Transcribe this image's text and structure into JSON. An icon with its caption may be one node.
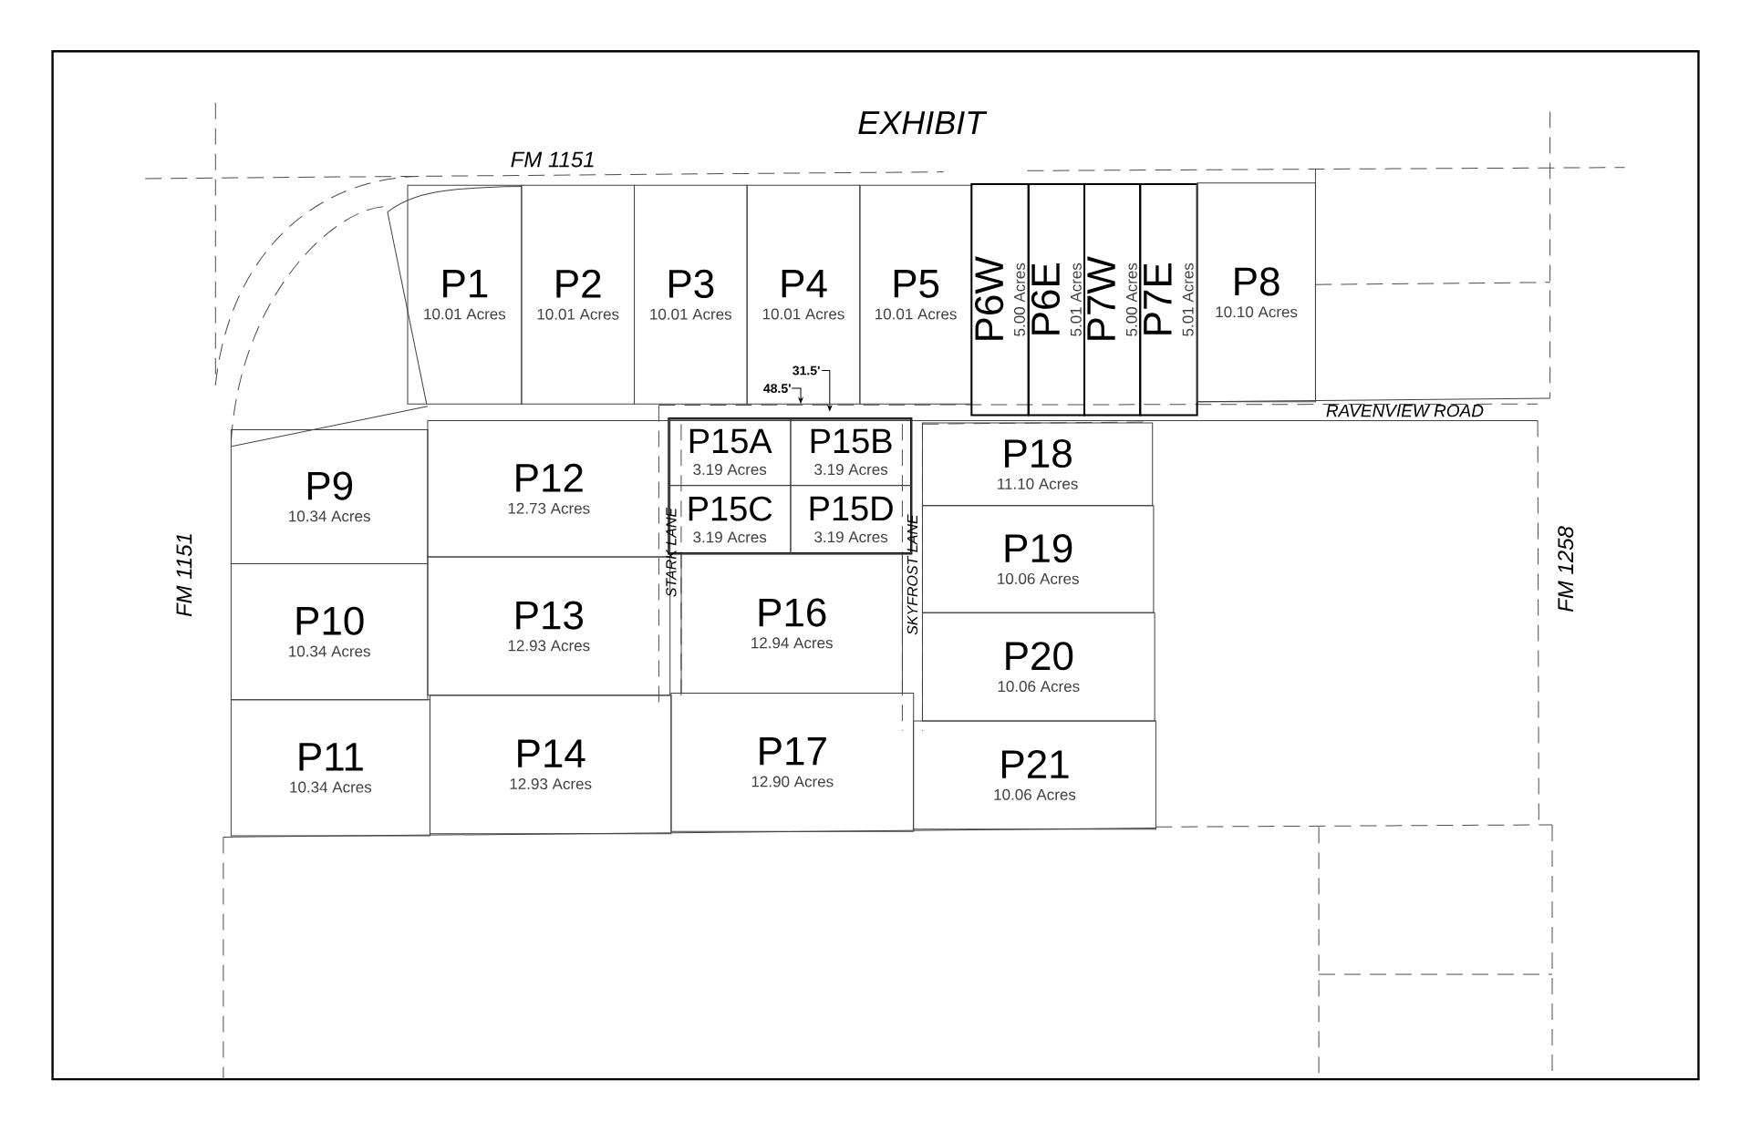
{
  "diagram": {
    "title": "EXHIBIT",
    "nodes": [
      {
        "text": [
          "P1",
          "10.01 Acres"
        ]
      },
      {
        "text": [
          "P2",
          "10.01 Acres"
        ]
      },
      {
        "text": [
          "P3",
          "10.01 Acres"
        ]
      },
      {
        "text": [
          "P4",
          "10.01 Acres"
        ]
      },
      {
        "text": [
          "P5",
          "10.01 Acres"
        ]
      },
      {
        "text": [
          "P6W",
          "5.00 Acres"
        ]
      },
      {
        "text": [
          "P6E",
          "5.01 Acres"
        ]
      },
      {
        "text": [
          "P7W",
          "5.00 Acres"
        ]
      },
      {
        "text": [
          "P7E",
          "5.01 Acres"
        ]
      },
      {
        "text": [
          "P8",
          "10.10 Acres"
        ]
      },
      {
        "text": [
          "P9",
          "10.34 Acres"
        ]
      },
      {
        "text": [
          "P12",
          "12.73 Acres"
        ]
      },
      {
        "text": [
          "P15A",
          "3.19 Acres"
        ]
      },
      {
        "text": [
          "P15B",
          "3.19 Acres"
        ]
      },
      {
        "text": [
          "P18",
          "11.10 Acres"
        ]
      },
      {
        "text": [
          "P15C",
          "3.19 Acres"
        ]
      },
      {
        "text": [
          "P15D",
          "3.19 Acres"
        ]
      },
      {
        "text": [
          "P19",
          "10.06 Acres"
        ]
      },
      {
        "text": [
          "P10",
          "10.34 Acres"
        ]
      },
      {
        "text": [
          "P13",
          "12.93 Acres"
        ]
      },
      {
        "text": [
          "P16",
          "12.94 Acres"
        ]
      },
      {
        "text": [
          "P20",
          "10.06 Acres"
        ]
      },
      {
        "text": [
          "P11",
          "10.34 Acres"
        ]
      },
      {
        "text": [
          "P14",
          "12.93 Acres"
        ]
      },
      {
        "text": [
          "P17",
          "12.90 Acres"
        ]
      },
      {
        "text": [
          "P21",
          "10.06 Acres"
        ]
      }
    ],
    "labels": [
      "FM 1151",
      "31.5'",
      "48.5'",
      "RAVENVIEW ROAD",
      "STARK LANE",
      "SKYFROST LANE",
      "FM 1151",
      "FM 1258"
    ]
  }
}
